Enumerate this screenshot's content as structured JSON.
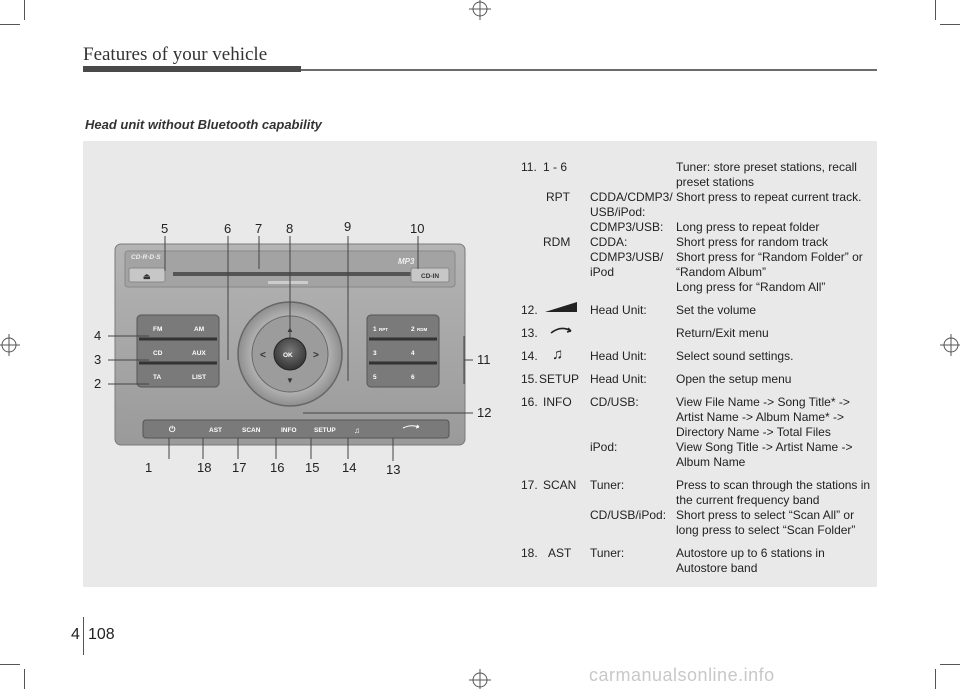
{
  "header": {
    "title": "Features of your vehicle"
  },
  "section": {
    "title": "Head unit without Bluetooth capability"
  },
  "radio": {
    "brand_left": "CD·R·D·S",
    "brand_mp3": "MP3",
    "cd_in": "CD-IN",
    "eject": "⏏",
    "buttons": {
      "fm": "FM",
      "am": "AM",
      "cd": "CD",
      "aux": "AUX",
      "ta": "TA",
      "list": "LIST",
      "p1": "1",
      "rpt": "RPT",
      "p2": "2",
      "rdm": "RDM",
      "p3": "3",
      "p4": "4",
      "p5": "5",
      "p6": "6",
      "ok": "OK",
      "left": "<",
      "right": ">",
      "up": "▲",
      "down": "▼",
      "power": "⏻",
      "ast": "AST",
      "scan": "SCAN",
      "info": "INFO",
      "setup": "SETUP"
    },
    "callouts": {
      "c1": "1",
      "c2": "2",
      "c3": "3",
      "c4": "4",
      "c5": "5",
      "c6": "6",
      "c7": "7",
      "c8": "8",
      "c9": "9",
      "c10": "10",
      "c11": "11",
      "c12": "12",
      "c13": "13",
      "c14": "14",
      "c15": "15",
      "c16": "16",
      "c17": "17",
      "c18": "18"
    }
  },
  "descriptions": {
    "i11": {
      "num": "11.",
      "key": "1 - 6",
      "mode": "",
      "desc1": "Tuner: store preset stations, recall",
      "desc2": "preset stations"
    },
    "rpt": {
      "key": "RPT",
      "mode1": "CDDA/CDMP3/",
      "mode2": "USB/iPod:",
      "desc1": "Short press to repeat current track.",
      "mode3": "CDMP3/USB:",
      "desc3": "Long press to repeat folder"
    },
    "rdm": {
      "key": "RDM",
      "mode1": "CDDA:",
      "desc1": "Short press for random track",
      "mode2": "CDMP3/USB/",
      "desc2": "Short press for “Random Folder” or",
      "mode3": "iPod",
      "desc3": "“Random Album”",
      "desc4": "Long press for “Random All”"
    },
    "i12": {
      "num": "12.",
      "mode": "Head Unit:",
      "desc": "Set the volume"
    },
    "i13": {
      "num": "13.",
      "desc": "Return/Exit menu"
    },
    "i14": {
      "num": "14.",
      "mode": "Head Unit:",
      "desc": "Select sound settings."
    },
    "i15": {
      "num": "15.",
      "key": "SETUP",
      "mode": "Head Unit:",
      "desc": "Open the setup menu"
    },
    "i16": {
      "num": "16.",
      "key": "INFO",
      "mode1": "CD/USB:",
      "desc1": "View File Name -> Song Title* ->",
      "desc2": "Artist Name -> Album Name* ->",
      "desc3": "Directory Name -> Total Files",
      "mode4": "iPod:",
      "desc4": "View Song Title -> Artist Name ->",
      "desc5": "Album Name"
    },
    "i17": {
      "num": "17.",
      "key": "SCAN",
      "mode1": "Tuner:",
      "desc1": "Press to scan through the stations in",
      "desc2": "the current frequency band",
      "mode3": "CD/USB/iPod:",
      "desc3": "Short press to select “Scan All” or",
      "desc4": "long press to select “Scan Folder”"
    },
    "i18": {
      "num": "18.",
      "key": "AST",
      "mode": "Tuner:",
      "desc1": "Autostore up to 6 stations in",
      "desc2": "Autostore band"
    }
  },
  "footer": {
    "chapter": "4",
    "page": "108"
  },
  "watermark": "carmanualsonline.info"
}
